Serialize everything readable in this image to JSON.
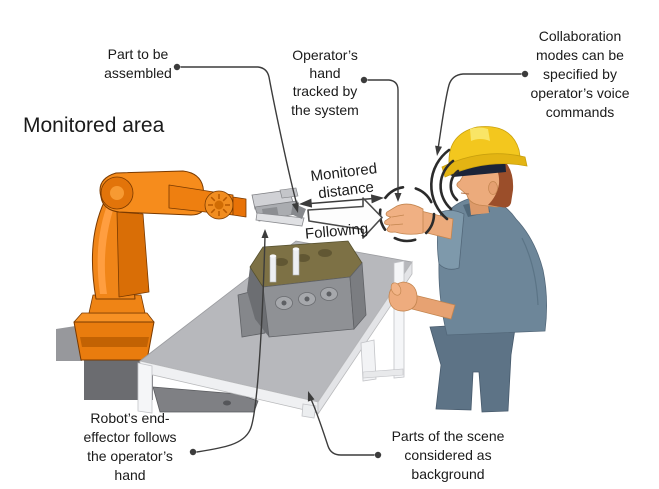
{
  "labels": {
    "monitored_area": "Monitored area",
    "part_to_be_assembled": "Part to be assembled",
    "operators_hand_tracked": "Operator’s hand tracked by the system",
    "collaboration_modes": "Collaboration modes can be specified by operator’s voice commands",
    "monitored_distance": "Monitored distance",
    "following": "Following",
    "robots_end_effector": "Robot’s end-effector follows the operator’s hand",
    "parts_background": "Parts of the scene considered as background"
  },
  "scene_objects": [
    "industrial-robot-arm",
    "robot-end-effector-gripper",
    "work-table",
    "engine-block-workpiece",
    "operator-with-hard-hat",
    "voice-waves-icon",
    "hand-tracking-dashed-circle",
    "monitored-distance-double-arrow",
    "following-hollow-arrow",
    "annotation-leader-lines"
  ],
  "colors": {
    "background": "#ffffff",
    "robot_orange": "#F08518",
    "robot_orange_dark": "#C26203",
    "table_gray": "#B7B8BC",
    "table_frame_white": "#EFF0F2",
    "pedestal_gray": "#6B6C70",
    "engine_block_gray": "#8F9195",
    "engine_block_top_olive": "#7D7145",
    "operator_shirt_blue": "#6D8699",
    "operator_pants_blue": "#5D7386",
    "skin": "#ECAB7C",
    "hard_hat_yellow": "#F3C71E",
    "hair_brown": "#9B4E2A",
    "glasses_dark": "#1B2438",
    "annotation_line": "#3C3C3C",
    "text": "#1A1A1A"
  }
}
